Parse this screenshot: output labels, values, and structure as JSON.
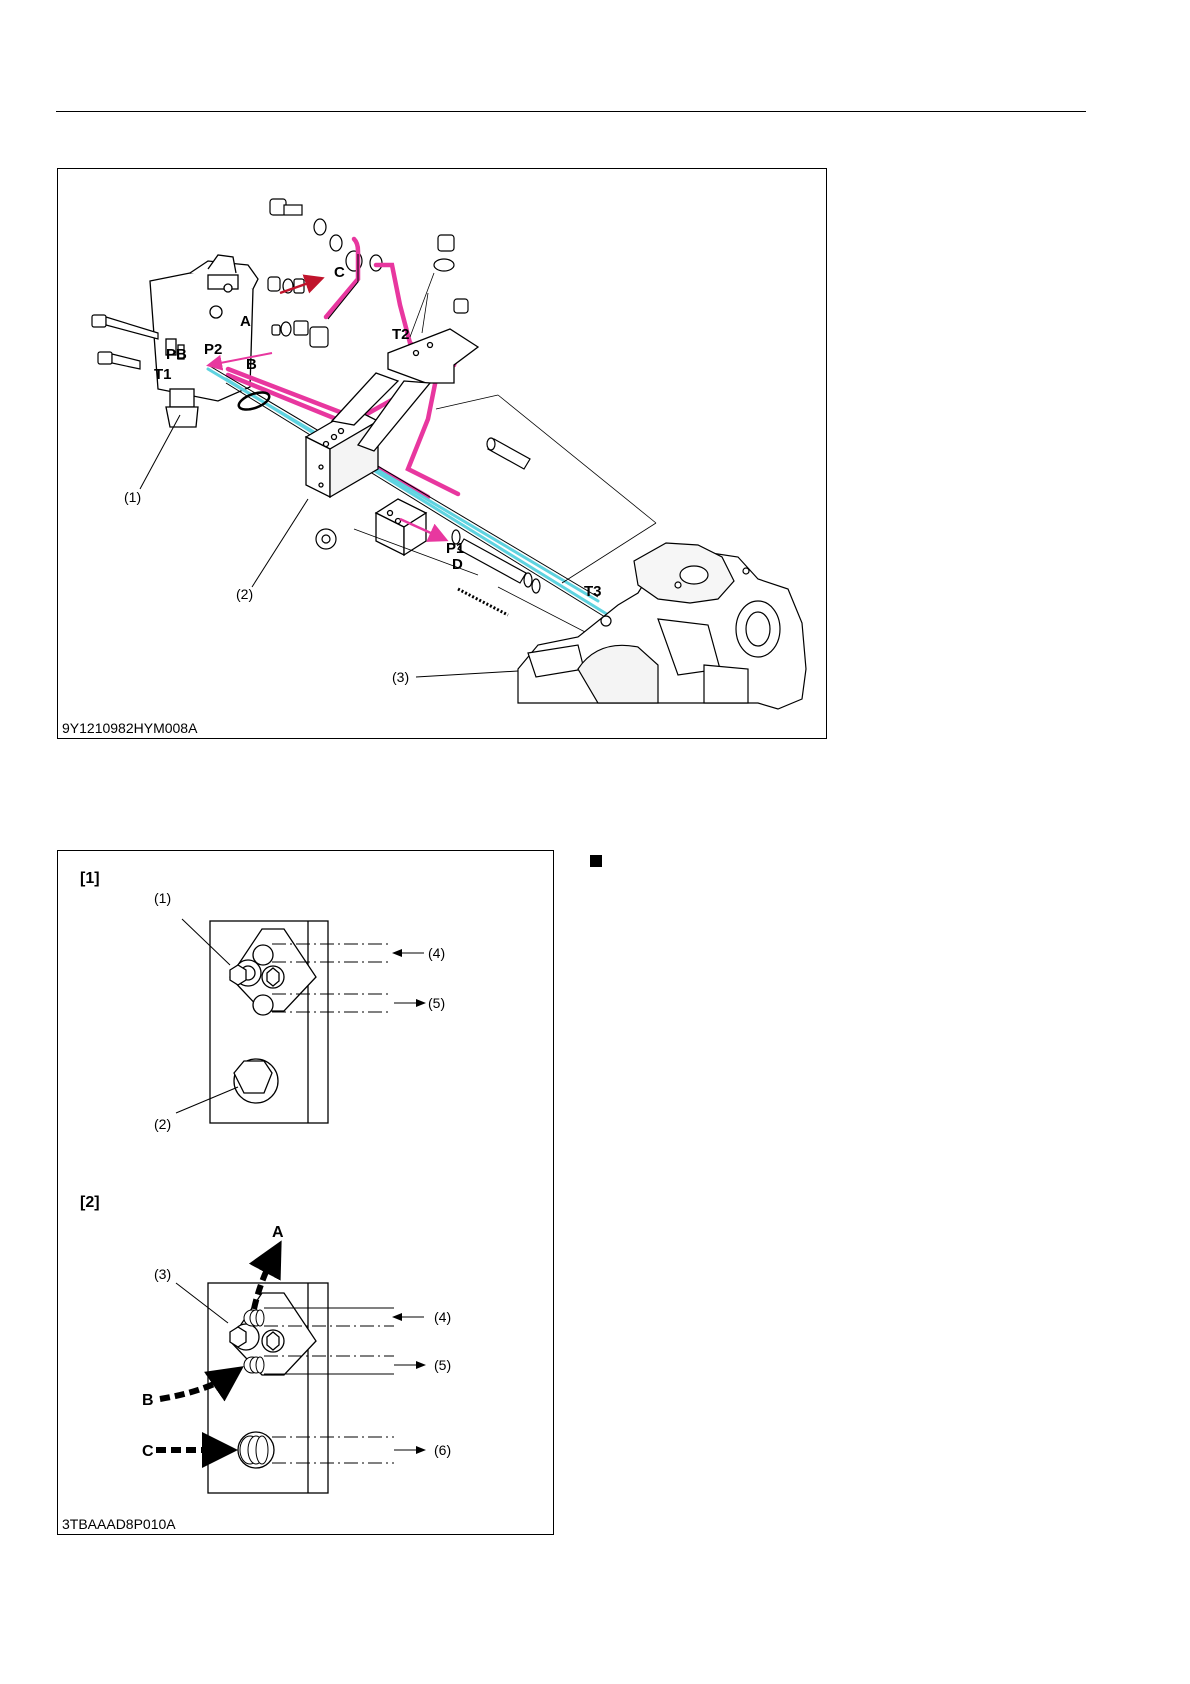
{
  "figure_top": {
    "code": "9Y1210982HYM008A",
    "port_labels": {
      "a": "A",
      "b": "B",
      "c": "C",
      "d": "D",
      "pb": "PB",
      "p2": "P2",
      "t1": "T1",
      "t2": "T2",
      "p1": "P1",
      "t3": "T3"
    },
    "callouts": {
      "c1": "(1)",
      "c2": "(2)",
      "c3": "(3)"
    },
    "colors": {
      "pressure": "#e8379f",
      "return": "#5fd3e0",
      "flow_c": "#c0142c"
    }
  },
  "figure_bottom": {
    "code": "3TBAAAD8P010A",
    "section1": {
      "title": "[1]",
      "callouts": {
        "c1": "(1)",
        "c2": "(2)",
        "c4": "(4)",
        "c5": "(5)"
      }
    },
    "section2": {
      "title": "[2]",
      "callouts": {
        "c3": "(3)",
        "c4": "(4)",
        "c5": "(5)",
        "c6": "(6)"
      },
      "flow_labels": {
        "a": "A",
        "b": "B",
        "c": "C"
      }
    }
  }
}
